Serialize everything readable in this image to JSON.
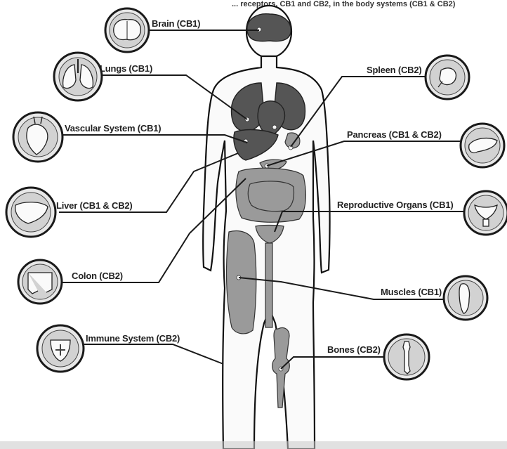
{
  "header_fragment": "... receptors, CB1 and CB2, in the body systems (CB1 & CB2)",
  "labels": {
    "brain": "Brain (CB1)",
    "lungs": "Lungs (CB1)",
    "vascular": "Vascular System (CB1)",
    "liver": "Liver (CB1 & CB2)",
    "colon": "Colon (CB2)",
    "immune": "Immune System (CB2)",
    "spleen": "Spleen (CB2)",
    "pancreas": "Pancreas (CB1 & CB2)",
    "reproductive": "Reproductive Organs (CB1)",
    "muscles": "Muscles (CB1)",
    "bones": "Bones (CB2)"
  },
  "icons": {
    "brain": "brain-icon",
    "lungs": "lungs-icon",
    "vascular": "heart-icon",
    "liver": "liver-icon",
    "colon": "colon-icon",
    "immune": "shield-icon",
    "spleen": "spleen-icon",
    "pancreas": "pancreas-icon",
    "reproductive": "uterus-icon",
    "muscles": "muscle-icon",
    "bones": "bone-icon"
  }
}
